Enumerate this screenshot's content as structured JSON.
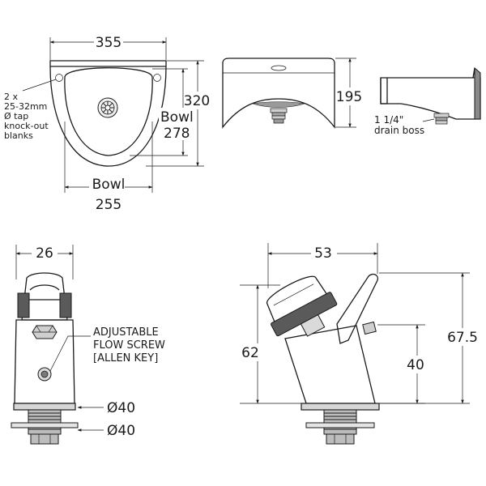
{
  "colors": {
    "line": "#1a1a1a",
    "metal_light": "#eeeeee",
    "metal_mid": "#bdbdbd",
    "metal_dark": "#6e6e6e",
    "background": "#ffffff"
  },
  "basin_top_view": {
    "width": "355",
    "depth": "320",
    "bowl_width_label": "Bowl",
    "bowl_width_value": "255",
    "bowl_depth_label": "Bowl",
    "bowl_depth_value": "278",
    "knockout_note": [
      "2 x",
      "25-32mm",
      "Ø tap",
      "knock-out",
      "blanks"
    ]
  },
  "basin_front_view": {
    "height": "195"
  },
  "basin_side_view": {
    "drain_note": [
      "1 1/4\"",
      "drain boss"
    ]
  },
  "valve_front_view": {
    "width": "26",
    "flow_screw_note": [
      "ADJUSTABLE",
      "FLOW SCREW",
      "[ALLEN KEY]"
    ],
    "base_diameter": "Ø40",
    "thread_diameter": "Ø40"
  },
  "valve_side_view": {
    "width": "53",
    "height": "62",
    "body_height": "40",
    "total_height": "67.5"
  }
}
